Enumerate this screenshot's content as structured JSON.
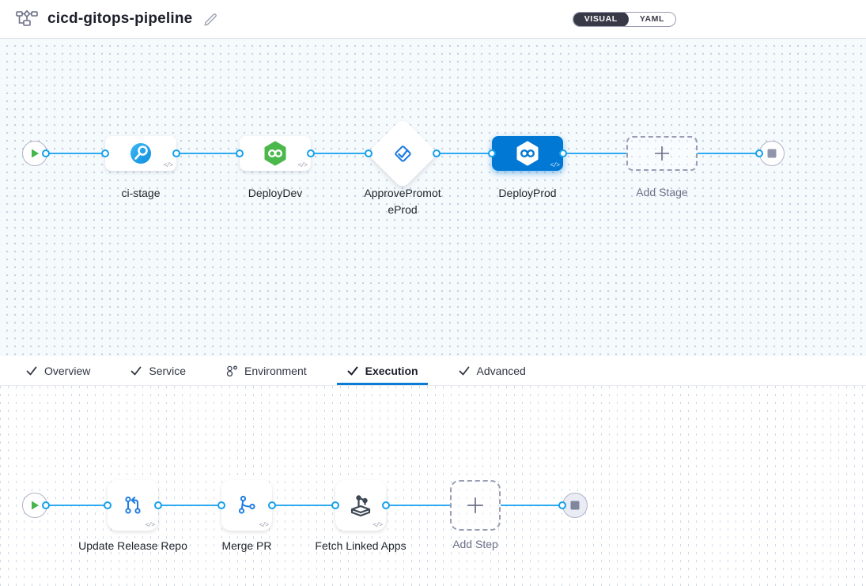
{
  "header": {
    "title": "cicd-gitops-pipeline",
    "toggle": {
      "visual_label": "VISUAL",
      "yaml_label": "YAML",
      "selected": "VISUAL"
    }
  },
  "stages": {
    "items": [
      {
        "name": "ci-stage",
        "type": "ci-build"
      },
      {
        "name": "DeployDev",
        "type": "cd-deploy"
      },
      {
        "name": "ApprovePromoteProd",
        "type": "approval"
      },
      {
        "name": "DeployProd",
        "type": "cd-deploy",
        "selected": true
      }
    ],
    "add_stage_label": "Add Stage"
  },
  "tabs": {
    "items": [
      {
        "label": "Overview",
        "icon": "check"
      },
      {
        "label": "Service",
        "icon": "check"
      },
      {
        "label": "Environment",
        "icon": "environment"
      },
      {
        "label": "Execution",
        "icon": "check",
        "active": true
      },
      {
        "label": "Advanced",
        "icon": "check"
      }
    ],
    "active": "Execution"
  },
  "execution": {
    "steps": [
      {
        "name": "Update Release Repo",
        "type": "update-release-repo"
      },
      {
        "name": "Merge PR",
        "type": "merge-pr"
      },
      {
        "name": "Fetch Linked Apps",
        "type": "fetch-linked-apps"
      }
    ],
    "add_step_label": "Add Step"
  },
  "meta": {
    "code_glyph": "</>"
  },
  "colors": {
    "accent_blue": "#0278D5",
    "connector_blue": "#2FA9F2",
    "selected_stage_bg": "#0278D5",
    "ci_icon_blue": "#17A3F0",
    "cd_icon_green": "#4BB84C",
    "start_play_green": "#46B54B",
    "toggle_dark": "#383946",
    "canvas_top_bg": "#F5FAFD",
    "label_gray": "#6C6F87"
  }
}
